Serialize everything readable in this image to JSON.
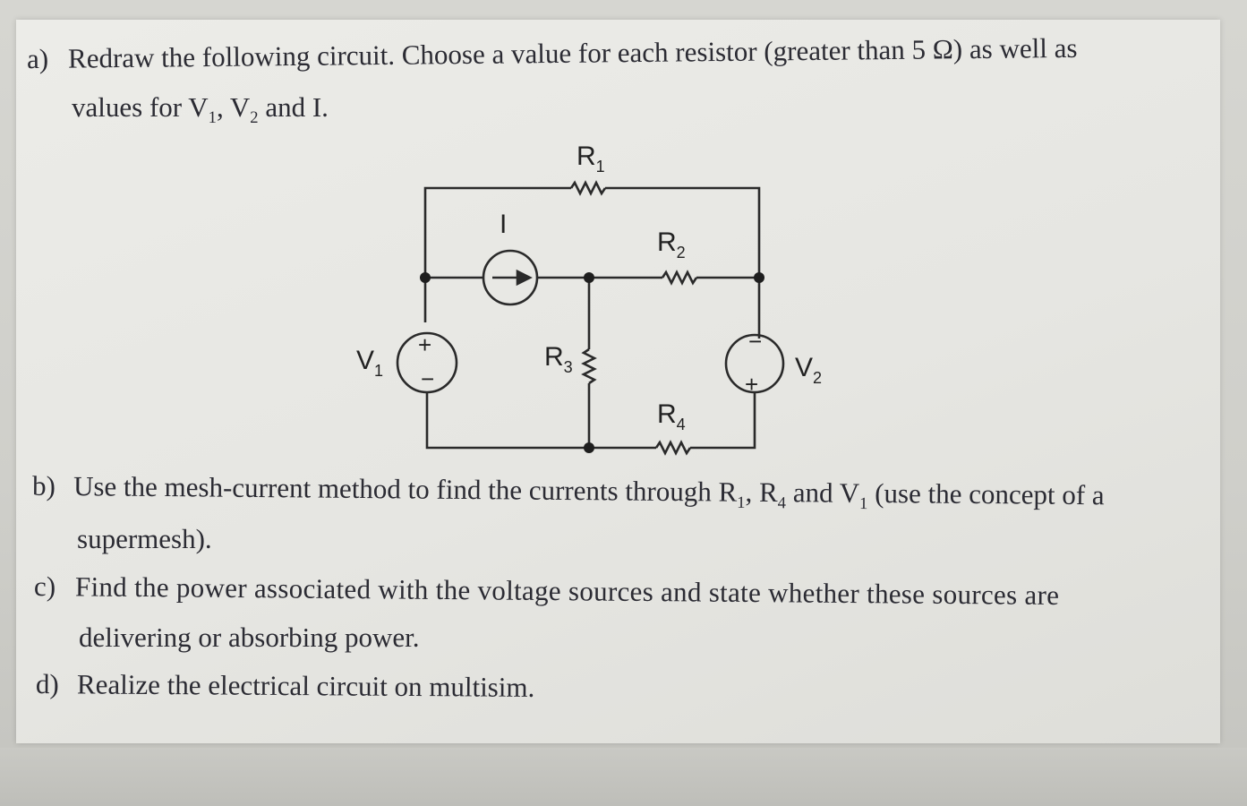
{
  "questions": {
    "a": {
      "label": "a)",
      "line1": "Redraw the following circuit. Choose a value for each resistor (greater than 5 Ω) as well as",
      "line2_pre": "values for V",
      "line2_sub1": "1",
      "line2_mid": ", V",
      "line2_sub2": "2",
      "line2_post": " and I."
    },
    "b": {
      "label": "b)",
      "line1_pre": "Use the mesh-current method to find the currents through R",
      "sub1": "1",
      "mid1": ", R",
      "sub2": "4",
      "mid2": " and V",
      "sub3": "1",
      "line1_post": " (use the concept of a",
      "line2": "supermesh)."
    },
    "c": {
      "label": "c)",
      "line1": "Find the power associated with the voltage sources and state whether these sources are",
      "line2": "delivering or absorbing power."
    },
    "d": {
      "label": "d)",
      "line1": "Realize the electrical circuit on multisim."
    }
  },
  "circuit": {
    "r1": {
      "main": "R",
      "sub": "1"
    },
    "r2": {
      "main": "R",
      "sub": "2"
    },
    "r3": {
      "main": "R",
      "sub": "3"
    },
    "r4": {
      "main": "R",
      "sub": "4"
    },
    "v1": {
      "main": "V",
      "sub": "1"
    },
    "v2": {
      "main": "V",
      "sub": "2"
    },
    "i": "I",
    "plus": "+",
    "minus": "−"
  }
}
